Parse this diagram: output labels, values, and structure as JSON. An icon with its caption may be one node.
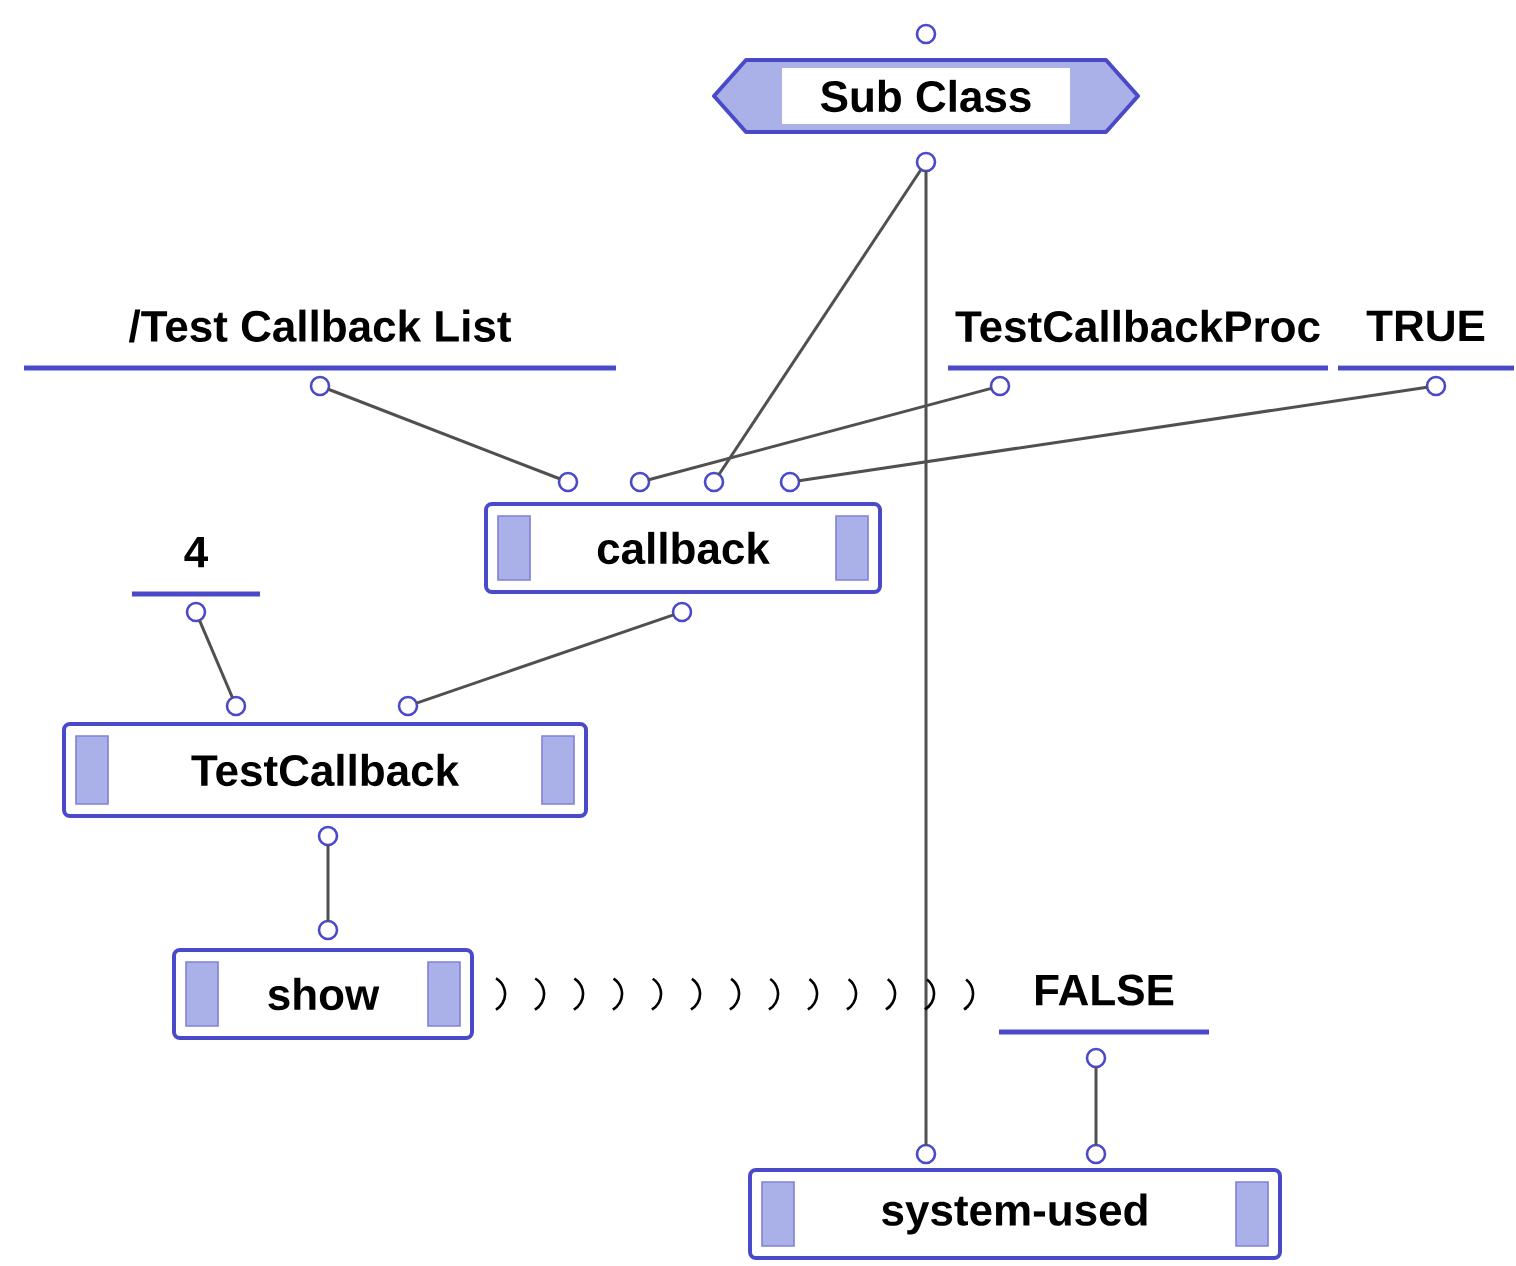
{
  "diagram": {
    "nodes": [
      {
        "text": [
          "Sub Class"
        ]
      },
      {
        "text": [
          "/Test Callback List"
        ]
      },
      {
        "text": [
          "TestCallbackProc"
        ]
      },
      {
        "text": [
          "TRUE"
        ]
      },
      {
        "text": [
          "callback"
        ]
      },
      {
        "text": [
          "4"
        ]
      },
      {
        "text": [
          "TestCallback"
        ]
      },
      {
        "text": [
          "show"
        ]
      },
      {
        "text": [
          "FALSE"
        ]
      },
      {
        "text": [
          "system-used"
        ]
      }
    ],
    "edges": [
      {
        "from": 0,
        "to": 4,
        "arrow": "none"
      },
      {
        "from": 0,
        "to": 9,
        "arrow": "none"
      },
      {
        "from": 1,
        "to": 4,
        "arrow": "none"
      },
      {
        "from": 2,
        "to": 4,
        "arrow": "none"
      },
      {
        "from": 3,
        "to": 4,
        "arrow": "none"
      },
      {
        "from": 4,
        "to": 6,
        "arrow": "none"
      },
      {
        "from": 5,
        "to": 6,
        "arrow": "none"
      },
      {
        "from": 6,
        "to": 7,
        "arrow": "none"
      },
      {
        "from": 8,
        "to": 9,
        "arrow": "none"
      },
      {
        "from": 7,
        "to": 8,
        "arrow": "none",
        "style": "dashed"
      }
    ]
  }
}
